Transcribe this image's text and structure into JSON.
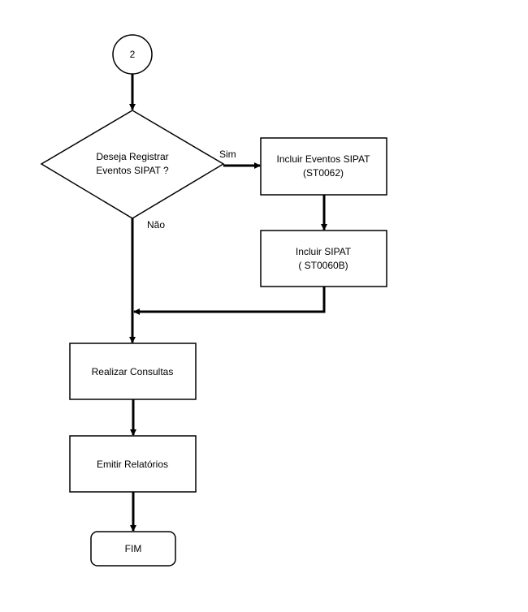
{
  "diagram": {
    "type": "flowchart",
    "nodes": {
      "connector": {
        "shape": "circle",
        "label": "2"
      },
      "decision": {
        "shape": "diamond",
        "lines": [
          "Deseja Registrar",
          "Eventos SIPAT ?"
        ]
      },
      "incluir_eventos": {
        "shape": "rectangle",
        "lines": [
          "Incluir Eventos SIPAT",
          "(ST0062)"
        ]
      },
      "incluir_sipat": {
        "shape": "rectangle",
        "lines": [
          "Incluir SIPAT",
          "( ST0060B)"
        ]
      },
      "realizar_consultas": {
        "shape": "rectangle",
        "lines": [
          "Realizar Consultas"
        ]
      },
      "emitir_relatorios": {
        "shape": "rectangle",
        "lines": [
          "Emitir Relatórios"
        ]
      },
      "fim": {
        "shape": "terminal",
        "label": "FIM"
      }
    },
    "edges": [
      {
        "from": "connector",
        "to": "decision",
        "label": ""
      },
      {
        "from": "decision",
        "to": "incluir_eventos",
        "label": "Sim"
      },
      {
        "from": "decision",
        "to": "realizar_consultas",
        "label": "Não"
      },
      {
        "from": "incluir_eventos",
        "to": "incluir_sipat",
        "label": ""
      },
      {
        "from": "incluir_sipat",
        "to": "realizar_consultas",
        "label": ""
      },
      {
        "from": "realizar_consultas",
        "to": "emitir_relatorios",
        "label": ""
      },
      {
        "from": "emitir_relatorios",
        "to": "fim",
        "label": ""
      }
    ]
  }
}
